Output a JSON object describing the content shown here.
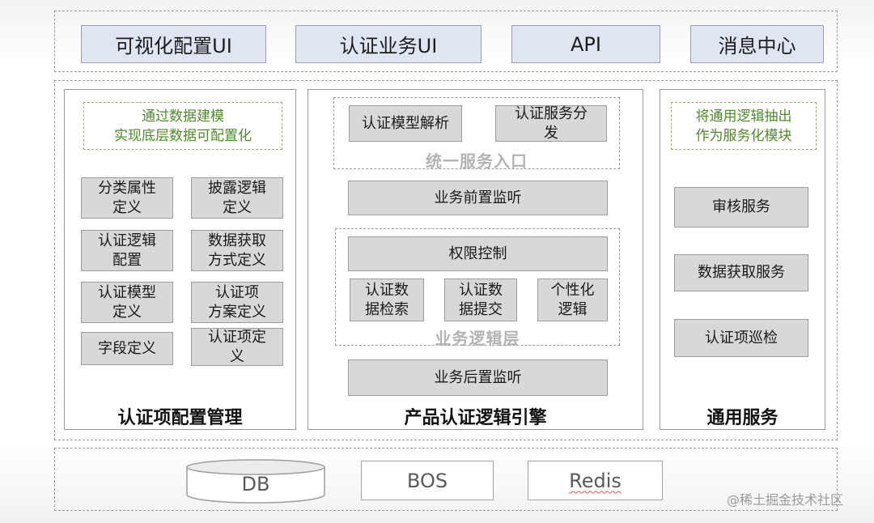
{
  "top": {
    "items": [
      "可视化配置UI",
      "认证业务UI",
      "API",
      "消息中心"
    ]
  },
  "left_panel": {
    "note": [
      "通过数据建模",
      "实现底层数据可配置化"
    ],
    "boxes": [
      [
        "分类属性",
        "定义"
      ],
      [
        "披露逻辑",
        "定义"
      ],
      [
        "认证逻辑",
        "配置"
      ],
      [
        "数据获取",
        "方式定义"
      ],
      [
        "认证模型",
        "定义"
      ],
      [
        "认证项",
        "方案定义"
      ],
      [
        "字段定义"
      ],
      [
        "认证项定",
        "义"
      ]
    ],
    "title": "认证项配置管理"
  },
  "middle_panel": {
    "unified_entry": {
      "boxes": [
        [
          "认证模型解析"
        ],
        [
          "认证服务分",
          "发"
        ]
      ],
      "label": "统一服务入口"
    },
    "pre_monitor": "业务前置监听",
    "logic_layer": {
      "permission": "权限控制",
      "boxes": [
        [
          "认证数",
          "据检索"
        ],
        [
          "认证数",
          "据提交"
        ],
        [
          "个性化",
          "逻辑"
        ]
      ],
      "label": "业务逻辑层"
    },
    "post_monitor": "业务后置监听",
    "title": "产品认证逻辑引擎"
  },
  "right_panel": {
    "note": [
      "将通用逻辑抽出",
      "作为服务化模块"
    ],
    "boxes": [
      "审核服务",
      "数据获取服务",
      "认证项巡检"
    ],
    "title": "通用服务"
  },
  "bottom": {
    "db": "DB",
    "bos": "BOS",
    "redis": "Redis"
  },
  "watermark": "@稀土掘金技术社区"
}
